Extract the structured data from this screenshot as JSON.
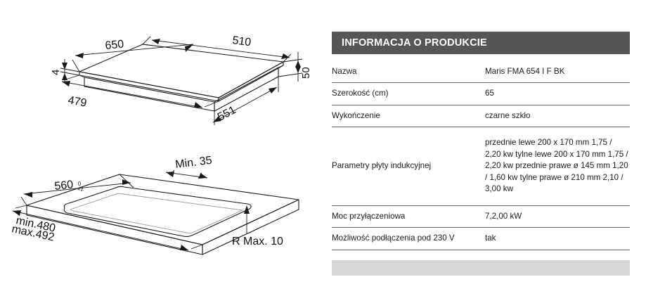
{
  "drawings": {
    "hob": {
      "caption_role": "hob-dimensions-drawing",
      "dims": {
        "width": "650",
        "depth": "510",
        "glass_thickness": "4",
        "body_height": "50",
        "inner_depth": "479",
        "inner_width": "551"
      }
    },
    "cutout": {
      "caption_role": "worktop-cutout-drawing",
      "dims": {
        "cutout_width": "560",
        "cutout_width_tol_upper": "0",
        "cutout_width_tol_lower": "+2",
        "cutout_depth_min": "min.480",
        "cutout_depth_max": "max.492",
        "edge_distance": "Min. 35",
        "corner_radius": "R Max. 10"
      }
    }
  },
  "spec": {
    "header": "INFORMACJA O PRODUKCIE",
    "rows": [
      {
        "key": "Nazwa",
        "value": "Maris FMA 654 I F BK"
      },
      {
        "key": "Szerokość (cm)",
        "value": "65"
      },
      {
        "key": "Wykończenie",
        "value": "czarne szkło"
      },
      {
        "key": "Parametry płyty indukcyjnej",
        "value": "przednie lewe 200 x 170 mm 1,75 / 2,20 kw tylne lewe 200 x 170 mm 1,75 / 2,20 kw przednie prawe ø 145 mm 1,20 / 1,60 kw tylne prawe ø 210 mm 2,10 / 3,00 kw"
      },
      {
        "key": "Moc przyłączeniowa",
        "value": "7,2,00 kW"
      },
      {
        "key": "Możliwość podłączenia pod 230 V",
        "value": "tak"
      }
    ]
  },
  "colors": {
    "header_bg": "#565656",
    "header_text": "#ffffff",
    "divider": "#6f6f6f",
    "gray_bar": "#d5d8d5",
    "page_bg": "#ffffff",
    "line": "#1a1a1a"
  }
}
